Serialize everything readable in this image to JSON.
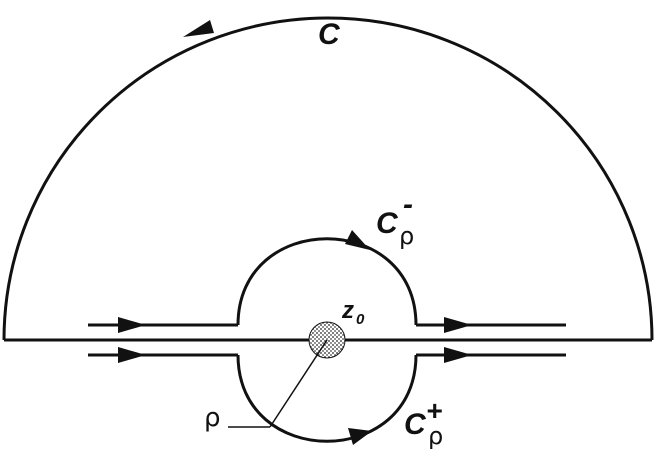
{
  "labels": {
    "outer_contour": "C",
    "upper_contour_letter": "C",
    "upper_contour_sub": "ρ",
    "upper_contour_sup": "-",
    "lower_contour_letter": "C",
    "lower_contour_sub": "ρ",
    "lower_contour_sup": "+",
    "point": "z",
    "point_sub": "0",
    "radius": "ρ"
  },
  "colors": {
    "stroke": "#111111",
    "background": "#ffffff"
  }
}
